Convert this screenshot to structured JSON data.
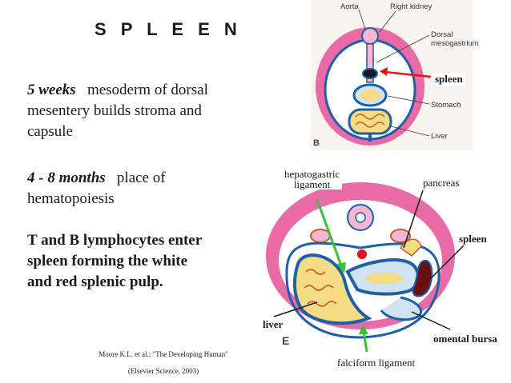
{
  "slide": {
    "title": "S P L E E N",
    "p1_lead": "5 weeks",
    "p1_rest_line1": "mesoderm of dorsal",
    "p1_line2": "mesentery builds stroma and",
    "p1_line3": "capsule",
    "p2_lead": "4 - 8 months",
    "p2_rest_line1": "place of",
    "p2_line2": "hematopoiesis",
    "p3_line1": "T and B lymphocytes enter",
    "p3_line2": "spleen forming the white",
    "p3_line3": "and red splenic pulp.",
    "citation_line1": "Moore K.L. et al.: \"The Developing Human\"",
    "citation_line2": "(Elsevier Science, 2003)"
  },
  "figure_b": {
    "label_aorta": "Aorta",
    "label_right_kidney": "Right kidney",
    "label_dorsal_1": "Dorsal",
    "label_dorsal_2": "mesogastrium",
    "label_stomach": "Stomach",
    "label_liver": "Liver",
    "panel_letter": "B",
    "callout_spleen": "spleen"
  },
  "figure_e": {
    "callout_hepatogastric_1": "hepatogastric",
    "callout_hepatogastric_2": "ligament",
    "callout_pancreas": "pancreas",
    "callout_spleen": "spleen",
    "callout_liver": "liver",
    "callout_omental_bursa": "omental bursa",
    "callout_falciform": "falciform ligament",
    "panel_letter": "E"
  },
  "colors": {
    "pink": "#e86aa6",
    "light_pink": "#f4b6d2",
    "blue": "#1f5fa8",
    "light_blue": "#cfe3f2",
    "yellow": "#f3dc83",
    "brown": "#c25a2a",
    "red_arrow": "#e0161a",
    "green_arrow": "#3cc23a"
  }
}
